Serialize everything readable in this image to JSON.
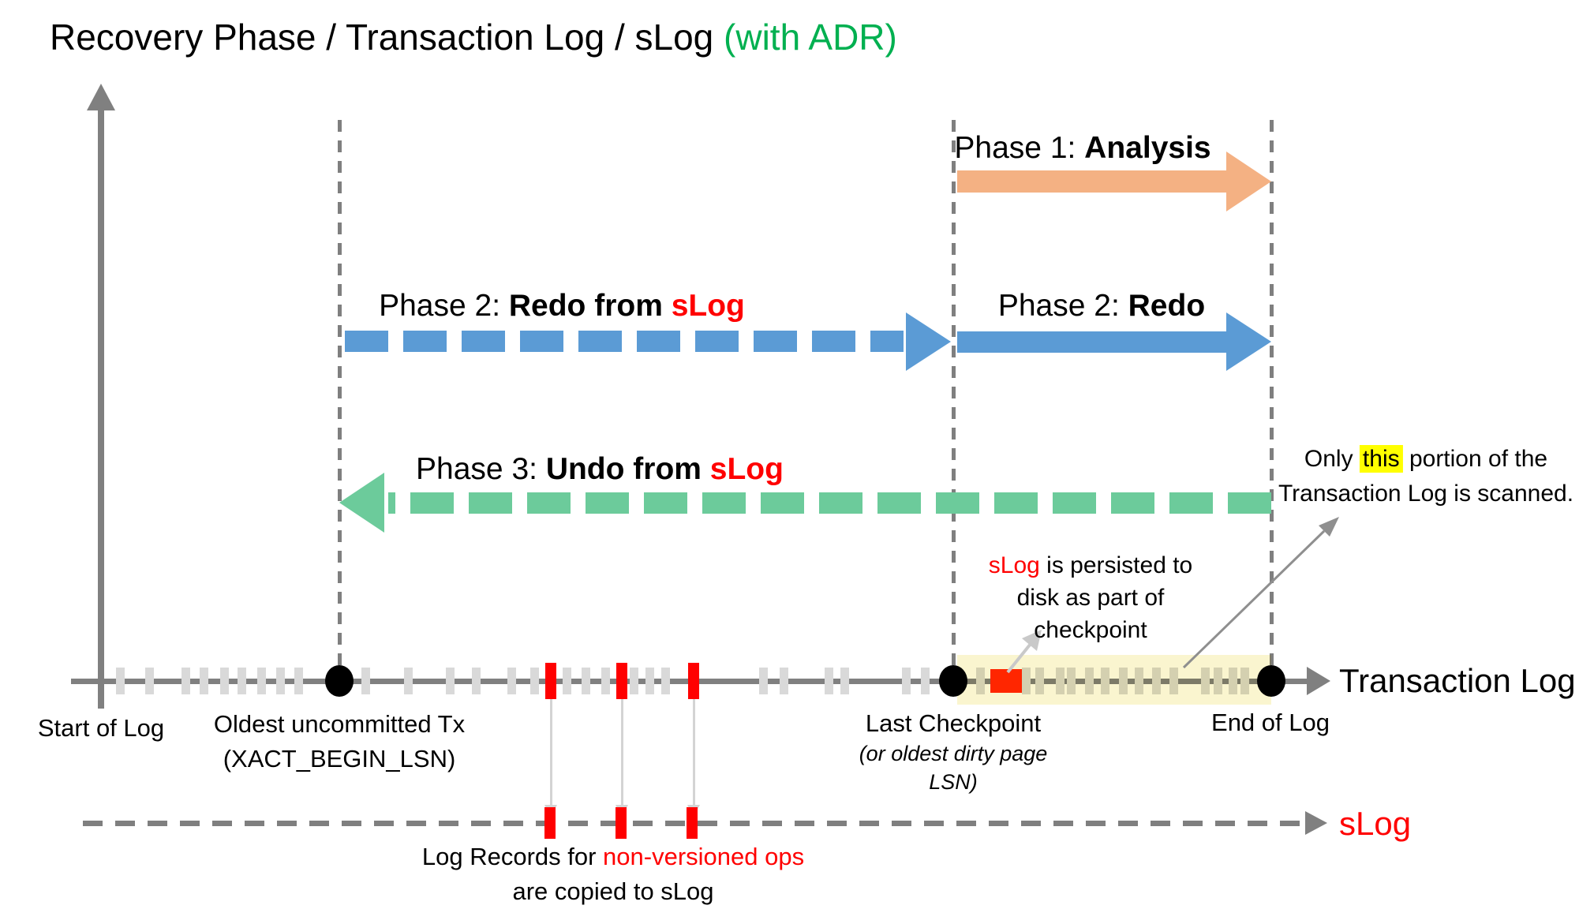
{
  "title": {
    "main": "Recovery Phase / Transaction Log / sLog ",
    "suffix": "(with ADR)"
  },
  "colors": {
    "title_green": "#00B050",
    "blue": "#5B9BD5",
    "orange": "#F4B183",
    "green_arrow": "#6CCB9B",
    "red": "#FF0000",
    "red_square": "#FF2600",
    "gray_axis": "#808080",
    "gray_dash": "#7F7F7F",
    "tick_gray": "#D9D9D9",
    "band_yellow": "#FAF5CF",
    "highlight_yellow": "#FFFF00",
    "drop_gray": "#D4D4D4",
    "scan_arrow_gray": "#8F8F8F",
    "persist_arrow_gray": "#C9C9C9"
  },
  "phases": {
    "p1": {
      "prefix": "Phase 1: ",
      "bold": "Analysis"
    },
    "p2_slog": {
      "prefix": "Phase 2: ",
      "bold": "Redo from ",
      "accent": "sLog"
    },
    "p2": {
      "prefix": "Phase 2: ",
      "bold": "Redo"
    },
    "p3": {
      "prefix": "Phase 3: ",
      "bold": "Undo from ",
      "accent": "sLog"
    }
  },
  "annotations": {
    "scanned": {
      "pre": "Only ",
      "highlight": "this",
      "post": " portion of the",
      "line2": "Transaction Log is scanned."
    },
    "persisted": {
      "accent": "sLog",
      "rest1": " is persisted to",
      "line2": "disk as part of",
      "line3": "checkpoint"
    },
    "copied": {
      "pre": "Log Records for ",
      "accent": "non-versioned ops",
      "line2": "are copied to sLog"
    }
  },
  "log": {
    "axis_label": "Transaction Log",
    "slog_label": "sLog",
    "start_label": "Start of Log",
    "oldest_label_line1": "Oldest uncommitted Tx",
    "oldest_label_line2": "(XACT_BEGIN_LSN)",
    "checkpoint_label_line1": "Last Checkpoint",
    "checkpoint_label_line2": "(or oldest dirty page",
    "checkpoint_label_line3": "LSN)",
    "end_label": "End of Log",
    "gray_ticks": [
      152,
      189,
      235,
      258,
      284,
      306,
      331,
      355,
      378,
      463,
      517,
      570,
      603,
      648,
      677,
      718,
      742,
      767,
      803,
      823,
      843,
      967,
      993,
      1050,
      1070,
      1148,
      1172,
      1242,
      1300,
      1317,
      1343,
      1357,
      1380,
      1400,
      1423,
      1443,
      1465,
      1487,
      1527,
      1543,
      1562,
      1577
    ],
    "red_ticks": [
      698,
      788,
      879
    ],
    "slog_red_ticks": [
      697,
      787,
      877
    ],
    "markers": [
      430,
      1208,
      1611
    ]
  }
}
